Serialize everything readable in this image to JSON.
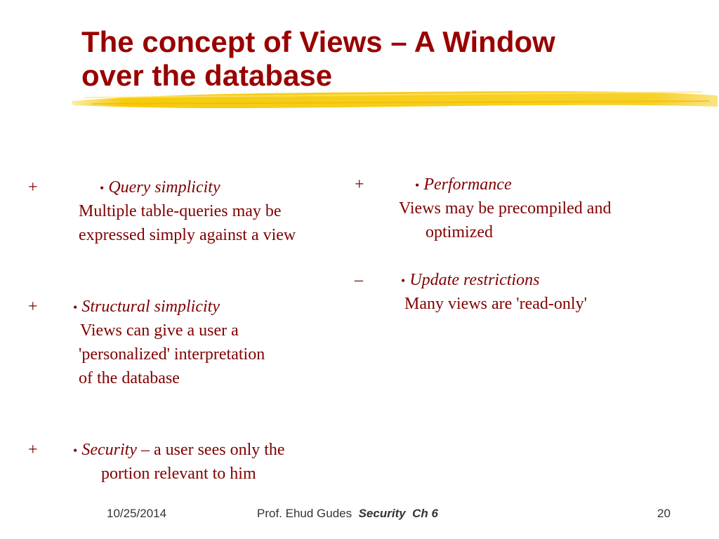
{
  "slide": {
    "title_lines": [
      "The concept of Views – A Window",
      "over the database"
    ],
    "colors": {
      "title": "#990000",
      "text": "#800000",
      "highlight": "#f5c800",
      "footer": "#333333"
    },
    "items": [
      {
        "marker": "+",
        "bullet": "•",
        "heading": "Query simplicity",
        "rest": "",
        "lines": [
          "Multiple table-queries may be",
          "expressed simply against a view"
        ]
      },
      {
        "marker": "+",
        "bullet": "•",
        "heading": "Structural simplicity",
        "rest": "",
        "lines": [
          "Views can give a user a",
          "'personalized' interpretation",
          "of the database"
        ]
      },
      {
        "marker": "+",
        "bullet": "•",
        "heading": "Security",
        "rest": " – a user sees only the",
        "lines": [
          "portion relevant to him"
        ]
      },
      {
        "marker": "+",
        "bullet": "•",
        "heading": "Performance",
        "rest": "",
        "lines": [
          "Views may be precompiled and",
          "optimized"
        ]
      },
      {
        "marker": "–",
        "bullet": "•",
        "heading": "Update restrictions",
        "rest": "",
        "lines": [
          "Many views are 'read-only'"
        ]
      }
    ],
    "footer": {
      "date": "10/25/2014",
      "author": "Prof. Ehud Gudes",
      "chapter": "Security  Ch 6",
      "page": "20"
    }
  }
}
